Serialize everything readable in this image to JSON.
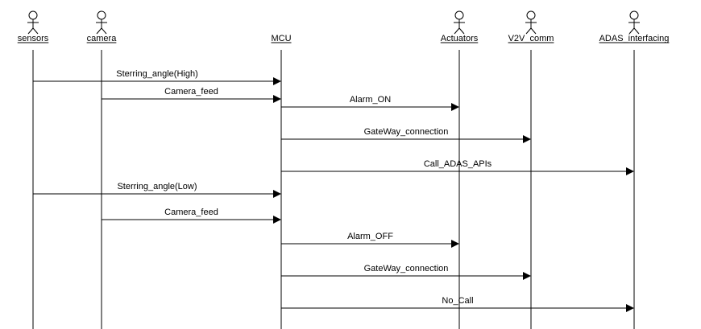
{
  "actors": [
    {
      "id": "sensors",
      "label": "sensors"
    },
    {
      "id": "camera",
      "label": "camera"
    },
    {
      "id": "mcu",
      "label": "MCU"
    },
    {
      "id": "actuators",
      "label": "Actuators"
    },
    {
      "id": "v2v",
      "label": "V2V_comm"
    },
    {
      "id": "adas",
      "label": "ADAS_interfacing"
    }
  ],
  "messages": [
    {
      "from": "sensors",
      "to": "mcu",
      "label": "Sterring_angle(High)"
    },
    {
      "from": "camera",
      "to": "mcu",
      "label": "Camera_feed"
    },
    {
      "from": "mcu",
      "to": "actuators",
      "label": "Alarm_ON"
    },
    {
      "from": "mcu",
      "to": "v2v",
      "label": "GateWay_connection"
    },
    {
      "from": "mcu",
      "to": "adas",
      "label": "Call_ADAS_APIs"
    },
    {
      "from": "sensors",
      "to": "mcu",
      "label": "Sterring_angle(Low)"
    },
    {
      "from": "camera",
      "to": "mcu",
      "label": "Camera_feed"
    },
    {
      "from": "mcu",
      "to": "actuators",
      "label": "Alarm_OFF"
    },
    {
      "from": "mcu",
      "to": "v2v",
      "label": "GateWay_connection"
    },
    {
      "from": "mcu",
      "to": "adas",
      "label": "No_Call"
    }
  ]
}
